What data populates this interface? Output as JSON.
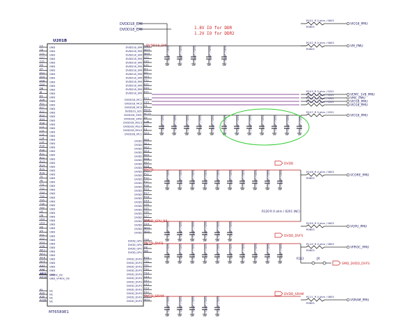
{
  "ic": {
    "ref": "U201B",
    "part": "MT6589E1",
    "left_pins": [
      {
        "num": "C5",
        "name": "GND"
      },
      {
        "num": "C8",
        "name": "GND"
      },
      {
        "num": "C11",
        "name": "GND"
      },
      {
        "num": "C17",
        "name": "GND"
      },
      {
        "num": "C21",
        "name": "GND"
      },
      {
        "num": "D5",
        "name": "GND"
      },
      {
        "num": "D7",
        "name": "GND"
      },
      {
        "num": "D12",
        "name": "GND"
      },
      {
        "num": "D15",
        "name": "GND"
      },
      {
        "num": "D18",
        "name": "GND"
      },
      {
        "num": "D20",
        "name": "GND"
      },
      {
        "num": "D8",
        "name": "GND"
      },
      {
        "num": "J8",
        "name": "GND"
      },
      {
        "num": "E9",
        "name": "GND"
      },
      {
        "num": "A16",
        "name": "GND"
      },
      {
        "num": "A11",
        "name": "GND"
      },
      {
        "num": "K17",
        "name": "GND"
      },
      {
        "num": "K12",
        "name": "GND"
      },
      {
        "num": "K13",
        "name": "GND"
      },
      {
        "num": "K14",
        "name": "GND"
      },
      {
        "num": "K18",
        "name": "GND"
      },
      {
        "num": "L11",
        "name": "GND"
      },
      {
        "num": "L12",
        "name": "GND"
      },
      {
        "num": "L13",
        "name": "GND"
      },
      {
        "num": "L14",
        "name": "GND"
      },
      {
        "num": "L15",
        "name": "GND"
      },
      {
        "num": "P16",
        "name": "GND"
      },
      {
        "num": "P18",
        "name": "GND"
      },
      {
        "num": "R11",
        "name": "GND"
      },
      {
        "num": "R12",
        "name": "GND"
      },
      {
        "num": "R13",
        "name": "GND"
      },
      {
        "num": "R14",
        "name": "GND"
      },
      {
        "num": "R15",
        "name": "GND"
      },
      {
        "num": "R16",
        "name": "GND"
      },
      {
        "num": "T5",
        "name": "GND"
      },
      {
        "num": "T8",
        "name": "GND"
      },
      {
        "num": "T11",
        "name": "GND"
      },
      {
        "num": "T12",
        "name": "GND"
      },
      {
        "num": "T13",
        "name": "GND"
      },
      {
        "num": "T14",
        "name": "GND"
      },
      {
        "num": "T15",
        "name": "GND"
      },
      {
        "num": "T16",
        "name": "GND"
      },
      {
        "num": "T20",
        "name": "GND"
      },
      {
        "num": "U5",
        "name": "GND"
      },
      {
        "num": "U8",
        "name": "GND"
      },
      {
        "num": "U10",
        "name": "GND"
      },
      {
        "num": "U13",
        "name": "GND"
      },
      {
        "num": "V6",
        "name": "GND"
      },
      {
        "num": "V9",
        "name": "GND"
      },
      {
        "num": "V11",
        "name": "GND"
      },
      {
        "num": "V12",
        "name": "GND"
      },
      {
        "num": "V13",
        "name": "GND"
      },
      {
        "num": "V16",
        "name": "GND"
      },
      {
        "num": "W11",
        "name": "GND"
      },
      {
        "num": "W12",
        "name": "GND"
      },
      {
        "num": "W16",
        "name": "GND"
      },
      {
        "num": "W20",
        "name": "GND"
      },
      {
        "num": "AA3",
        "name": "GND"
      },
      {
        "num": "AA6",
        "name": "GND"
      },
      {
        "num": "AB15",
        "name": "GND"
      }
    ],
    "left_extra_pins": [
      {
        "num": "AB19",
        "name": "VFROC_FB"
      },
      {
        "num": "AD18",
        "name": "GND_VFROC_FB"
      },
      {
        "num": "A1",
        "name": "NC"
      },
      {
        "num": "A29",
        "name": "NC"
      },
      {
        "num": "A30",
        "name": "NC"
      },
      {
        "num": "A228",
        "name": "NC"
      }
    ],
    "right_pins": [
      {
        "num": "W31",
        "name": "DVDD18_EMI"
      },
      {
        "num": "W19",
        "name": "DVDD18_EMI"
      },
      {
        "num": "W20",
        "name": "DVDD18_EMI"
      },
      {
        "num": "V21",
        "name": "DVDD18_EMI"
      },
      {
        "num": "U21",
        "name": "DVDD18_EMI"
      },
      {
        "num": "L21",
        "name": "DVDD18_EMI"
      },
      {
        "num": "J21",
        "name": "DVDD18_EMI"
      },
      {
        "num": "J20",
        "name": "DVDD18_EMI"
      },
      {
        "num": "G21",
        "name": "DVDD18_EMI"
      },
      {
        "num": "F21",
        "name": "DVDD18_EMI"
      },
      {
        "num": "E21",
        "name": "DVDD18_EMI"
      },
      {
        "num": "D21",
        "name": "DVDD18_EMI"
      },
      {
        "num": "E21",
        "name": "DVDD18_EMI"
      },
      {
        "num": "R15",
        "name": "DVDD18_MC1"
      },
      {
        "num": "U15",
        "name": "DVDD18_MC0"
      },
      {
        "num": "V1",
        "name": "DVDD28_MC0"
      },
      {
        "num": "AE10",
        "name": "DVDD33_SD1"
      },
      {
        "num": "AC13",
        "name": "DVDD28_SIM1"
      },
      {
        "num": "E9",
        "name": "DVDD28_SIM2"
      },
      {
        "num": "C36",
        "name": "DVDD28_MSL3"
      },
      {
        "num": "A21",
        "name": "DVDD28_MSL4"
      },
      {
        "num": "C1",
        "name": "DVDD28_MSL5"
      },
      {
        "num": "G12",
        "name": "DVDD28_MC1"
      },
      {
        "num": "N10",
        "name": "DVDD"
      },
      {
        "num": "N11",
        "name": "DVDD"
      },
      {
        "num": "N12",
        "name": "DVDD"
      },
      {
        "num": "N14",
        "name": "DVDD"
      },
      {
        "num": "N15",
        "name": "DVDD"
      },
      {
        "num": "N16",
        "name": "DVDD"
      },
      {
        "num": "N17",
        "name": "DVDD"
      },
      {
        "num": "N18",
        "name": "DVDD"
      },
      {
        "num": "P10",
        "name": "DVDD"
      },
      {
        "num": "P11",
        "name": "DVDD"
      },
      {
        "num": "P12",
        "name": "DVDD"
      },
      {
        "num": "P17",
        "name": "DVDD"
      },
      {
        "num": "P18",
        "name": "DVDD"
      },
      {
        "num": "R10",
        "name": "DVDD"
      },
      {
        "num": "R17",
        "name": "DVDD"
      },
      {
        "num": "R18",
        "name": "DVDD"
      },
      {
        "num": "U19",
        "name": "DVDD"
      },
      {
        "num": "U20",
        "name": "DVDD"
      },
      {
        "num": "U21",
        "name": "DVDD"
      },
      {
        "num": "U22",
        "name": "DVDD"
      },
      {
        "num": "V17",
        "name": "DVDD"
      },
      {
        "num": "V18",
        "name": "DVDD"
      },
      {
        "num": "V19",
        "name": "DVDD"
      },
      {
        "num": "W19",
        "name": "DVDD"
      },
      {
        "num": "W20",
        "name": "DVDD"
      },
      {
        "num": "T14",
        "name": "DVDD_GPU"
      },
      {
        "num": "U8",
        "name": "DVDD_GPU"
      },
      {
        "num": "V8",
        "name": "DVDD_GPU"
      },
      {
        "num": "W8",
        "name": "DVDD_GPU"
      },
      {
        "num": "R16",
        "name": "DVDD_DVFS"
      },
      {
        "num": "T10",
        "name": "DVDD_DVFS"
      },
      {
        "num": "T11",
        "name": "DVDD_DVFS"
      },
      {
        "num": "T12",
        "name": "DVDD_DVFS"
      },
      {
        "num": "T13",
        "name": "DVDD_DVFS"
      },
      {
        "num": "U10",
        "name": "DVDD_DVFS"
      },
      {
        "num": "U11",
        "name": "DVDD_DVFS"
      },
      {
        "num": "U12",
        "name": "DVDD_DVFS"
      },
      {
        "num": "V10",
        "name": "DVDD_DVFS"
      },
      {
        "num": "V11",
        "name": "DVDD_DVFS"
      },
      {
        "num": "V12",
        "name": "DVDD_DVFS"
      },
      {
        "num": "W10",
        "name": "DVDD_DVFS"
      },
      {
        "num": "W11",
        "name": "DVDD_DVFS"
      },
      {
        "num": "W12",
        "name": "DVDD_DVFS"
      },
      {
        "num": "W13",
        "name": "DVDD_SRAM"
      },
      {
        "num": "W14",
        "name": "DVDD_SRAM"
      }
    ]
  },
  "header": {
    "net_top1": "DVDD18_EMI",
    "net_top2": "DVDD18_EMI",
    "note_line1": "1.8V IO for DDR",
    "note_line2": "1.2V IO for DDR2",
    "bus_label": "DVDD18_EMI"
  },
  "supplies": {
    "dvdd": "DVDD",
    "dvdd_gpu": "DVDD_GPU_BB",
    "dvdd_dvfs": "DVDD_DVFS",
    "dvdd_sram": "DVDD_SRAM",
    "flag_dvdd": "DVDD",
    "flag_dvfs": "DVDD_DVFS",
    "flag_sram": "DVDD_SRAM",
    "flag_dvfs2": "SMD_DVDD_DVFS"
  },
  "resistors": [
    {
      "ref": "R101",
      "val": "R 0 ohm / 0603",
      "sub": "R0603",
      "net": "VIO18_PMU"
    },
    {
      "ref": "R102",
      "val": "R 0 ohm / 0603",
      "sub": "R0603",
      "net": "VM_PMU"
    },
    {
      "ref": "R103",
      "val": "R 0 ohm / 0201",
      "sub": "",
      "net": "VEMC_1V8_PMU"
    },
    {
      "ref": "R104",
      "val": "R 0 ohm / 0201",
      "sub": "",
      "net": "VMC_PMU"
    },
    {
      "ref": "R105",
      "val": "R 0 ohm / 0201",
      "sub": "",
      "net": "VIO18_PMU"
    },
    {
      "ref": "R106",
      "val": "R 0 ohm / 0201",
      "sub": "",
      "net": "VIO18_PMU"
    },
    {
      "ref": "R107",
      "val": "R 0 ohm / 0201",
      "sub": "",
      "net": "VIO18_PMU"
    },
    {
      "ref": "R108",
      "val": "R 0 ohm / 0603",
      "sub": "R0603",
      "net": "VCORE_PMU"
    },
    {
      "ref": "R109",
      "val": "R 0 ohm / 0603",
      "sub": "R0603",
      "net": "VGPU_PMU"
    },
    {
      "ref": "R110",
      "val": "R 0 ohm / 0603",
      "sub": "R0603",
      "net": "VPROC_PMU"
    },
    {
      "ref": "R111",
      "val": "R 0 ohm / 0603",
      "sub": "R0603",
      "net": "VSRAM_PMU"
    }
  ],
  "bridge": {
    "ref": "R120",
    "val": "R 0 ohm / 0201 (NC)",
    "jumper": "JR"
  },
  "cap_label": "C / 100nF / 0201",
  "accent": "#cc2222",
  "ellipse_color": "#33cc33"
}
